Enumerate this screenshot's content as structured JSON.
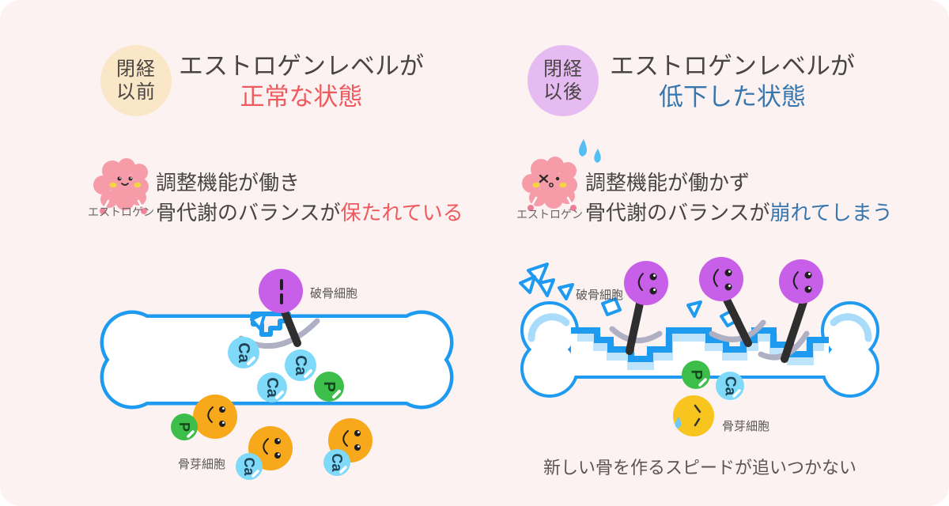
{
  "left": {
    "badge": {
      "line1": "閉経",
      "line2": "以前"
    },
    "title_line1": "エストロゲンレベルが",
    "title_line2": "正常な状態",
    "estrogen_label": "エストロゲン",
    "desc_line1": "調整機能が働き",
    "desc_line2_plain": "骨代謝のバランスが",
    "desc_line2_em": "保たれている",
    "osteoclast_label": "破骨細胞",
    "osteoblast_label": "骨芽細胞"
  },
  "right": {
    "badge": {
      "line1": "閉経",
      "line2": "以後"
    },
    "title_line1": "エストロゲンレベルが",
    "title_line2": "低下した状態",
    "estrogen_label": "エストロゲン",
    "desc_line1": "調整機能が働かず",
    "desc_line2_plain": "骨代謝のバランスが",
    "desc_line2_em": "崩れてしまう",
    "osteoclast_label": "破骨細胞",
    "osteoblast_label": "骨芽細胞",
    "caption": "新しい骨を作るスピードが追いつかない"
  },
  "cells": {
    "calcium": "Ca",
    "phosphorus": "P"
  },
  "colors": {
    "background": "#FCF2F2",
    "bone_blue": "#1E9BF0",
    "bone_shading_blue": "#BEE4FB",
    "calcium_blue": "#7FD9F8",
    "phosphorus_green": "#3DBE4A",
    "osteoclast_purple": "#C75FE8",
    "osteoblast_orange": "#F7A81B",
    "osteoblast_yellow": "#F7C51E",
    "estrogen_pink": "#F59CA8",
    "badge_cream": "#FAE7C7",
    "badge_purple": "#E5BBF2",
    "accent_red": "#EF5A5E",
    "accent_blue": "#3876AE",
    "pickaxe_black": "#2E2E2E",
    "pickaxe_gray": "#B0B0C4",
    "sweat_blue": "#56BFF2"
  }
}
